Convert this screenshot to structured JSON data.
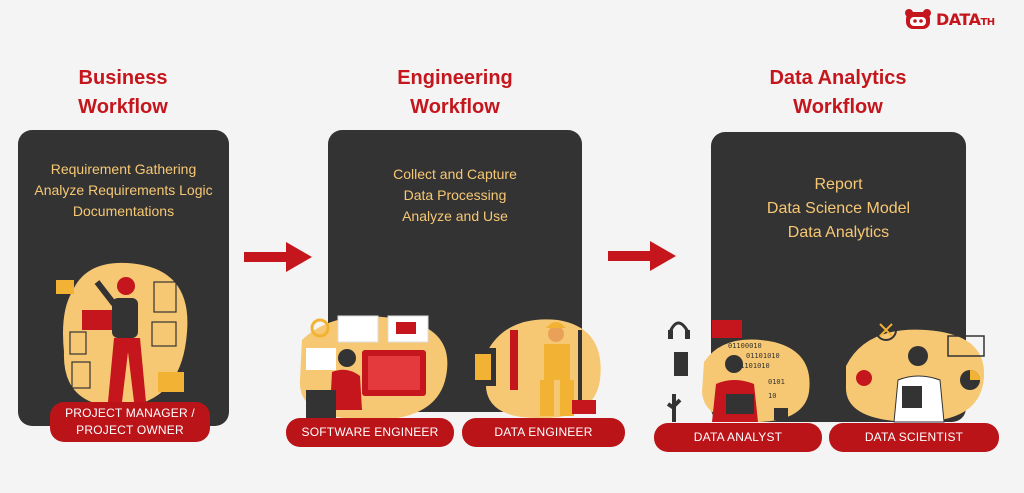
{
  "brand": {
    "logo_text": "DATA",
    "logo_suffix": "TH",
    "accent_color": "#c4161c",
    "panel_color": "#333334",
    "text_color": "#f7c873"
  },
  "workflows": [
    {
      "title_line1": "Business",
      "title_line2": "Workflow",
      "items": [
        "Requirement Gathering",
        "Analyze Requirements Logic",
        "Documentations"
      ],
      "roles": [
        {
          "line1": "PROJECT MANAGER /",
          "line2": "PROJECT OWNER"
        }
      ]
    },
    {
      "title_line1": "Engineering",
      "title_line2": "Workflow",
      "items": [
        "Collect and Capture",
        "Data Processing",
        "Analyze and Use"
      ],
      "roles": [
        {
          "line1": "SOFTWARE ENGINEER"
        },
        {
          "line1": "DATA ENGINEER"
        }
      ]
    },
    {
      "title_line1": "Data Analytics",
      "title_line2": "Workflow",
      "items": [
        "Report",
        "Data Science Model",
        "Data Analytics"
      ],
      "roles": [
        {
          "line1": "DATA ANALYST"
        },
        {
          "line1": "DATA SCIENTIST"
        }
      ]
    }
  ],
  "illustration_text": {
    "binary": [
      "01100010",
      "01101010",
      "01101010",
      "0101",
      "10"
    ]
  }
}
